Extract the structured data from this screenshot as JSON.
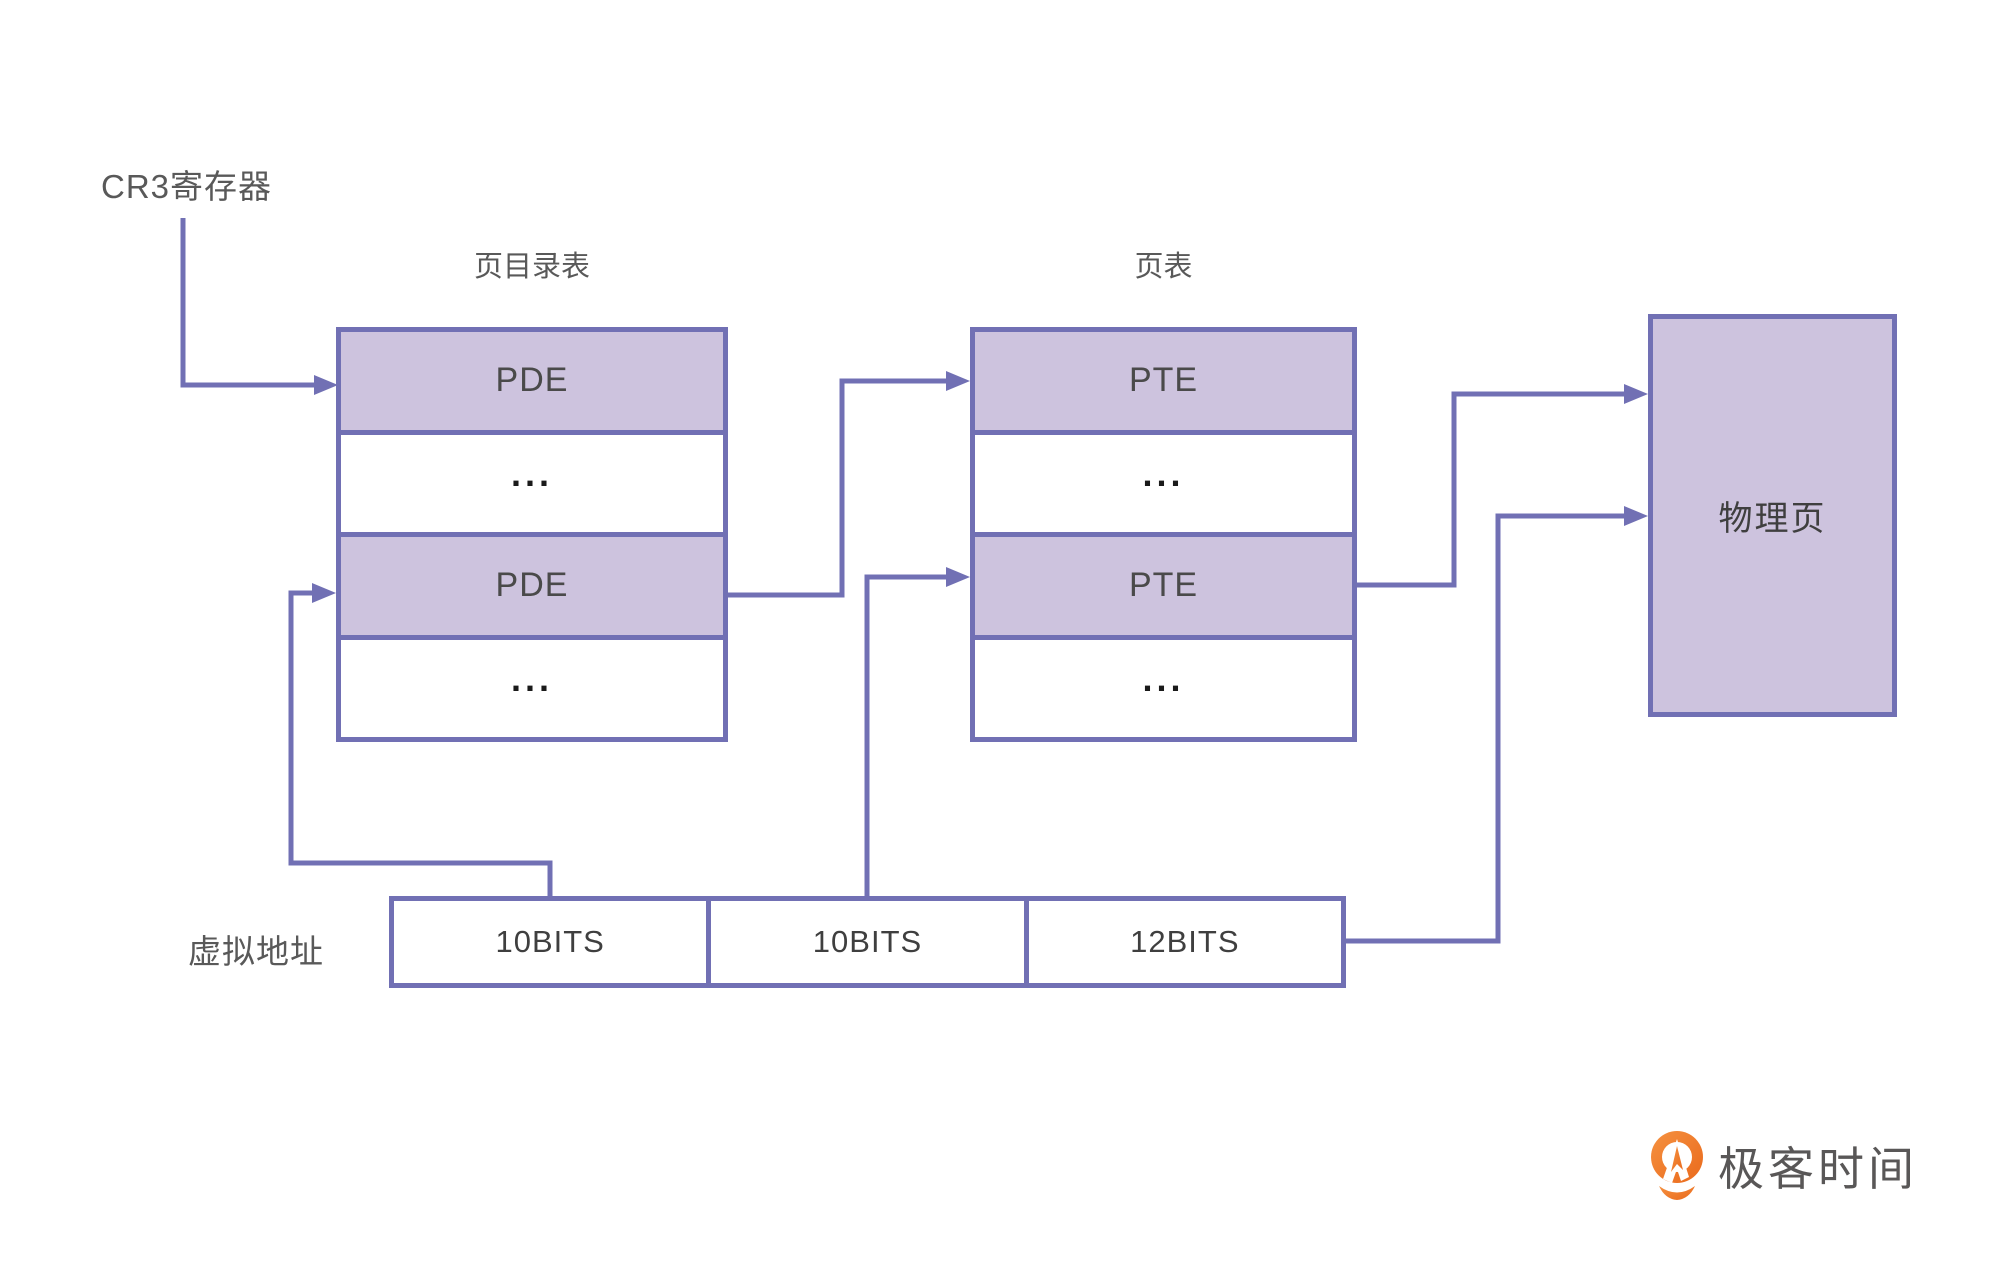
{
  "diagram": {
    "cr3_label": "CR3寄存器",
    "page_directory": {
      "title": "页目录表",
      "rows": [
        "PDE",
        "...",
        "PDE",
        "..."
      ]
    },
    "page_table": {
      "title": "页表",
      "rows": [
        "PTE",
        "...",
        "PTE",
        "..."
      ]
    },
    "physical_page_label": "物理页",
    "virtual_address": {
      "label": "虚拟地址",
      "cells": [
        "10BITS",
        "10BITS",
        "12BITS"
      ]
    }
  },
  "branding": {
    "logo_text": "极客时间"
  },
  "colors": {
    "line": "#7170b4",
    "purple_fill": "#cdc3de",
    "label_text": "#595959",
    "cell_text": "#4a4a4a",
    "logo_orange": "#ed7628"
  }
}
